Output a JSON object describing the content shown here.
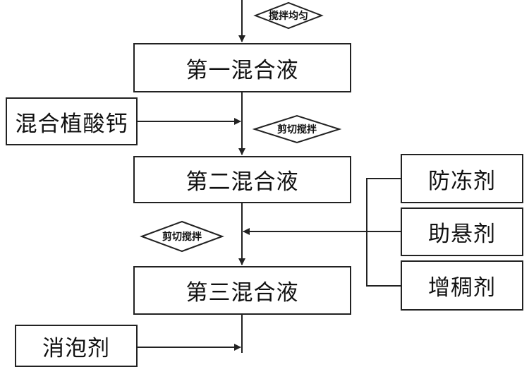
{
  "nodes": {
    "mix1": "第一混合液",
    "mix2": "第二混合液",
    "mix3": "第三混合液",
    "calcium_phytate": "混合植酸钙",
    "antifreeze": "防冻剂",
    "suspending_agent": "助悬剂",
    "thickener": "增稠剂",
    "defoamer": "消泡剂"
  },
  "operations": {
    "stir_uniform": "搅拌均匀",
    "shear_stir_1": "剪切搅拌",
    "shear_stir_2": "剪切搅拌"
  }
}
